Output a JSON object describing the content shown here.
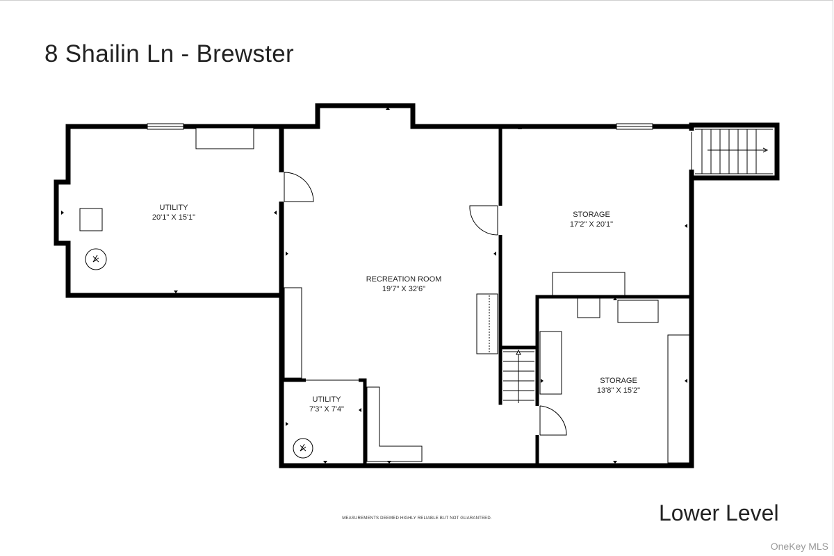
{
  "header": {
    "address": "8 Shailin Ln - Brewster"
  },
  "rooms": [
    {
      "name": "UTILITY",
      "dims": "20'1\" X 15'1\""
    },
    {
      "name": "RECREATION ROOM",
      "dims": "19'7\" X 32'6\""
    },
    {
      "name": "STORAGE",
      "dims": "17'2\" X 20'1\""
    },
    {
      "name": "STORAGE",
      "dims": "13'8\" X 15'2\""
    },
    {
      "name": "UTILITY",
      "dims": "7'3\" X 7'4\""
    }
  ],
  "footer": {
    "level": "Lower Level",
    "disclaimer": "MEASUREMENTS DEEMED HIGHLY RELIABLE BUT NOT GUARANTEED.",
    "watermark": "OneKey MLS"
  }
}
